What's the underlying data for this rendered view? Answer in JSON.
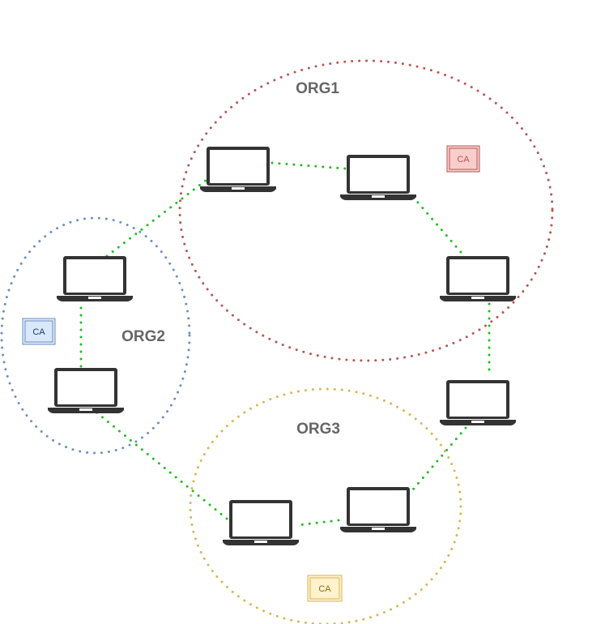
{
  "orgs": [
    {
      "id": "org1",
      "label": "ORG1",
      "color": "#b85450"
    },
    {
      "id": "org2",
      "label": "ORG2",
      "color": "#6c8ebf"
    },
    {
      "id": "org3",
      "label": "ORG3",
      "color": "#d6b656"
    }
  ],
  "ca": [
    {
      "org": "org1",
      "label": "CA",
      "fill": "#f8cecc",
      "stroke": "#b85450",
      "text_color": "#b85450"
    },
    {
      "org": "org2",
      "label": "CA",
      "fill": "#dae8fc",
      "stroke": "#6c8ebf",
      "text_color": "#1a3a6b"
    },
    {
      "org": "org3",
      "label": "CA",
      "fill": "#fff2cc",
      "stroke": "#d6b656",
      "text_color": "#8a6d1a"
    }
  ],
  "connection_color": "#22bb22",
  "laptop_color": "#333333",
  "icons": {
    "node": "laptop-icon"
  }
}
